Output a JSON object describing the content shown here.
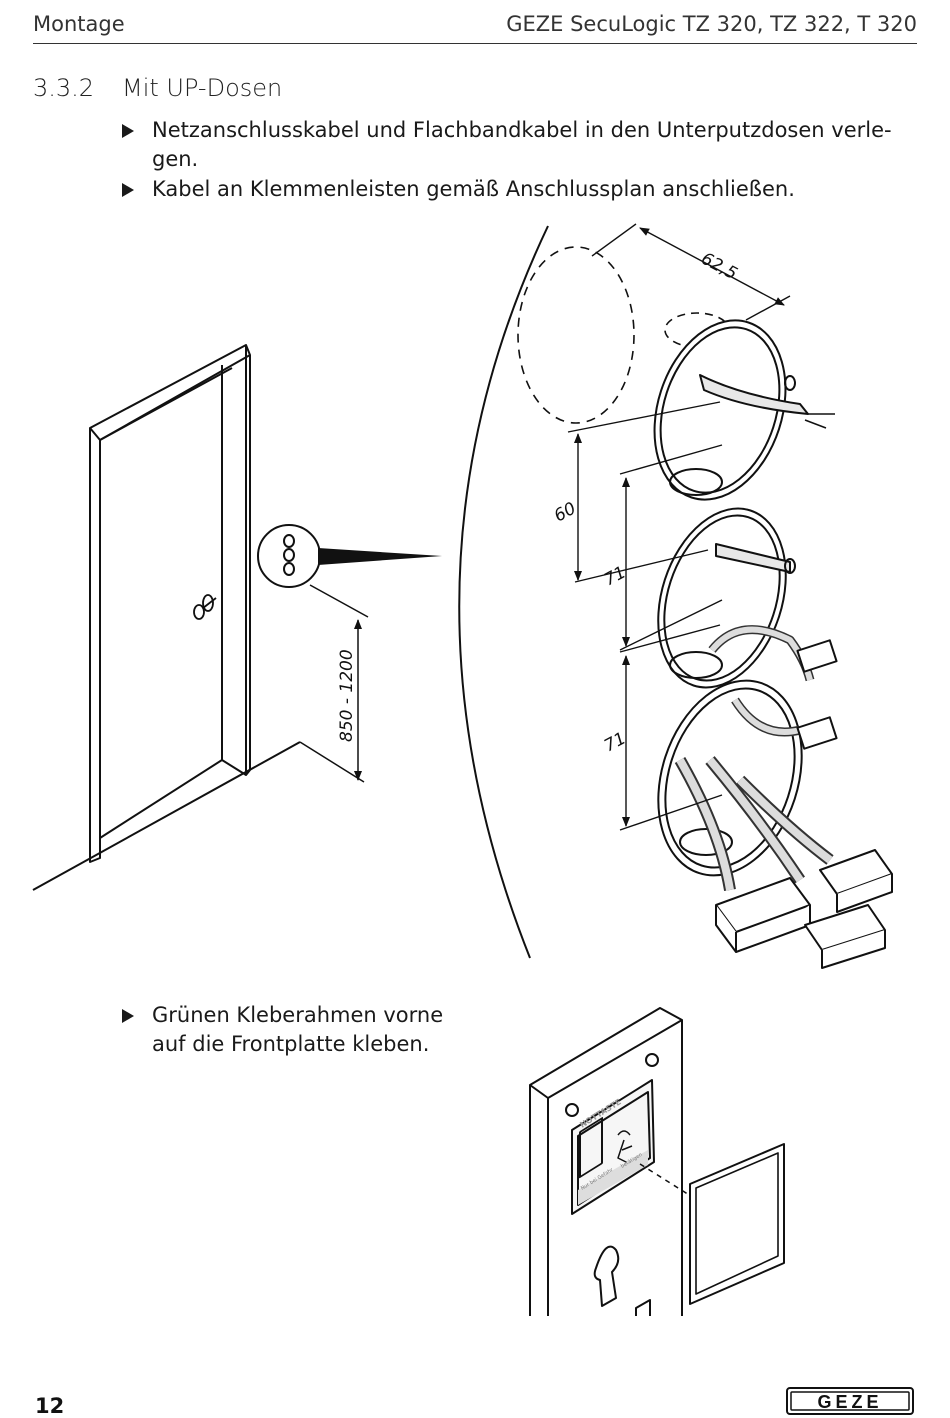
{
  "header": {
    "section": "Montage",
    "product": "GEZE SecuLogic TZ 320, TZ 322, T 320"
  },
  "section": {
    "number": "3.3.2",
    "title": "Mit UP-Dosen"
  },
  "steps": [
    "Netzanschlusskabel und Flachbandkabel in den Unterputzdosen verle-gen.",
    "Kabel an Klemmenleisten gemäß Anschlussplan anschließen.",
    "Grünen Kleberahmen vorne auf die Frontplatte kleben."
  ],
  "steps_display": {
    "s1_line1": "Netzanschlusskabel und Flachbandkabel in den Unterputzdosen verle-",
    "s1_line2": "gen.",
    "s2": "Kabel an Klemmenleisten gemäß Anschlussplan anschließen.",
    "s3_line1": "Grünen Kleberahmen vorne",
    "s3_line2": "auf die Frontplatte kleben."
  },
  "figure1": {
    "height_range": "850 - 1200",
    "box_diameter": "62,5",
    "spacing_first": "60",
    "spacing_second": "71",
    "spacing_third": "71"
  },
  "figure2": {
    "sign_title": "NOTTASTE",
    "sign_footer_left": "Nur bei Gefahr",
    "sign_footer_right": "betätigen"
  },
  "footer": {
    "page_number": "12",
    "logo_text": "GEZE"
  }
}
